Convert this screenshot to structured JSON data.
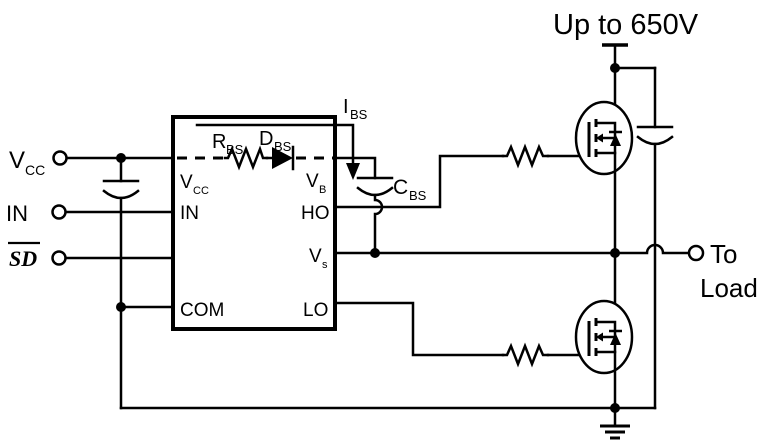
{
  "supply": {
    "label": "Up to 650V"
  },
  "output": {
    "line1": "To",
    "line2": "Load"
  },
  "left_terminals": {
    "vcc": {
      "main": "V",
      "sub": "CC"
    },
    "in": "IN",
    "sd": "SD"
  },
  "ic": {
    "pins": {
      "vcc": {
        "main": "V",
        "sub": "CC"
      },
      "in": "IN",
      "com": "COM",
      "vb": {
        "main": "V",
        "sub": "B"
      },
      "ho": "HO",
      "vs": {
        "main": "V",
        "sub": "s"
      },
      "lo": "LO"
    }
  },
  "bootstrap": {
    "rbs": {
      "main": "R",
      "sub": "BS"
    },
    "dbs": {
      "main": "D",
      "sub": "BS"
    },
    "ibs": {
      "main": "I",
      "sub": "BS"
    },
    "cbs": {
      "main": "C",
      "sub": "BS"
    }
  },
  "colors": {
    "line": "#000000",
    "background": "#ffffff"
  }
}
